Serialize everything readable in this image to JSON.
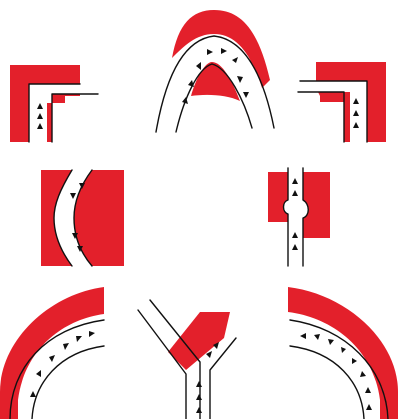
{
  "colors": {
    "background": "#ffffff",
    "wall": "#e3202b",
    "outline": "#111111",
    "arrow": "#111111"
  },
  "figures": [
    {
      "id": "corner-left",
      "icon": "right-angle-bend-icon"
    },
    {
      "id": "arch-top",
      "icon": "hairpin-bend-icon"
    },
    {
      "id": "corner-right",
      "icon": "right-angle-bend-icon"
    },
    {
      "id": "s-bend-left",
      "icon": "curved-channel-icon"
    },
    {
      "id": "notch-right",
      "icon": "narrow-channel-icon"
    },
    {
      "id": "curve-bottom-left",
      "icon": "wide-curve-icon"
    },
    {
      "id": "y-junction",
      "icon": "y-junction-icon"
    },
    {
      "id": "curve-bottom-right",
      "icon": "wide-curve-icon"
    }
  ]
}
